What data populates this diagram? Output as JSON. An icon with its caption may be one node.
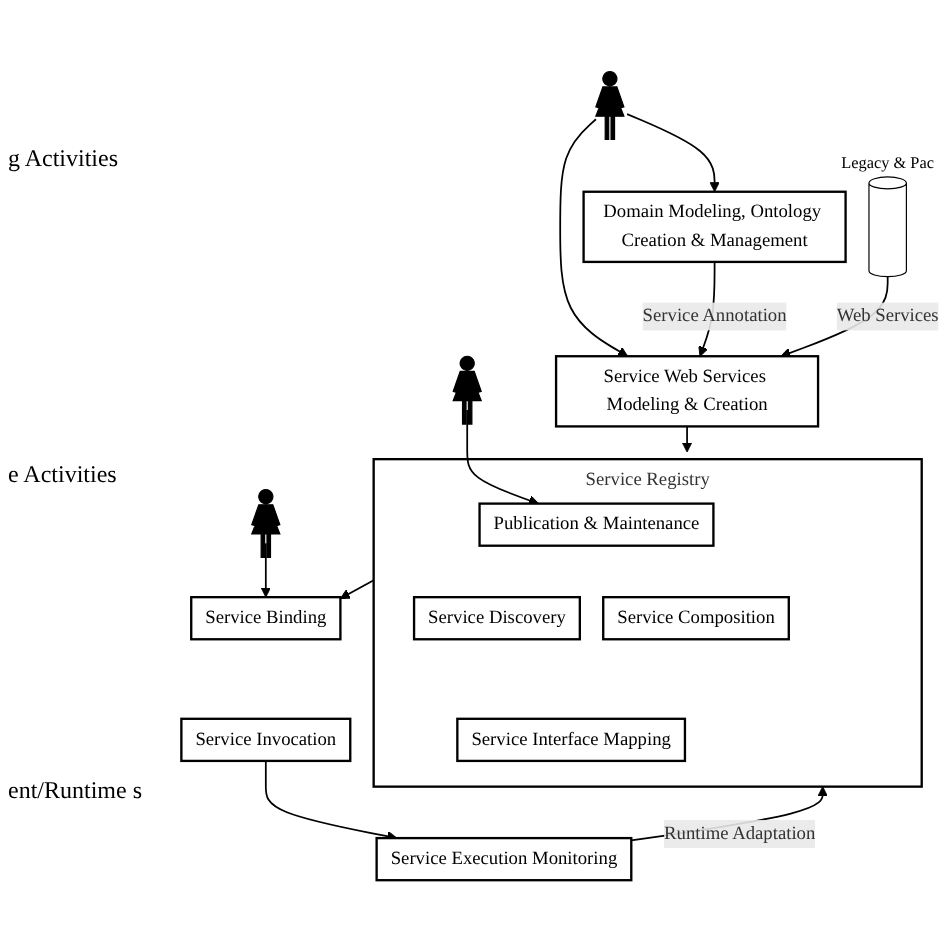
{
  "diagram": {
    "nodes": [
      {
        "text": [],
        "shape": "person"
      },
      {
        "text": [
          "Domain Modeling, Ontology Creation & Management"
        ]
      },
      {
        "text": [
          "Service Web Services Modeling & Creation"
        ]
      },
      {
        "text": [],
        "shape": "cylinder",
        "beside": [
          "Legacy & Pac"
        ]
      },
      {
        "text": [
          "Service Registry"
        ]
      },
      {
        "text": [],
        "shape": "person"
      },
      {
        "text": [
          "Publication & Maintenance"
        ],
        "in": 4
      },
      {
        "text": [
          "Service Discovery"
        ],
        "in": 4
      },
      {
        "text": [
          "Service Composition"
        ],
        "in": 4
      },
      {
        "text": [
          "Service Interface Mapping"
        ],
        "in": 4
      },
      {
        "text": [],
        "shape": "person"
      },
      {
        "text": [
          "Service Binding"
        ]
      },
      {
        "text": [
          "Service Invocation"
        ]
      },
      {
        "text": [
          "Service Execution Monitoring"
        ]
      }
    ],
    "edges": [
      {
        "from": 0,
        "to": 1,
        "arrow": "to"
      },
      {
        "from": 0,
        "to": 2,
        "arrow": "to"
      },
      {
        "from": 1,
        "to": 2,
        "arrow": "to",
        "label": "Service Annotation"
      },
      {
        "from": 3,
        "to": 2,
        "arrow": "to",
        "label": "Web Services"
      },
      {
        "from": 2,
        "to": 4,
        "arrow": "to"
      },
      {
        "from": 5,
        "to": 6,
        "arrow": "to"
      },
      {
        "from": 13,
        "to": 4,
        "arrow": "to",
        "label": "Runtime Adaptation"
      },
      {
        "from": 4,
        "to": 11,
        "arrow": "to"
      },
      {
        "from": 10,
        "to": 11,
        "arrow": "to"
      },
      {
        "from": 12,
        "to": 13,
        "arrow": "to"
      }
    ],
    "labels": [
      "g Activities",
      "e Activities",
      "ent/Runtime s"
    ]
  }
}
